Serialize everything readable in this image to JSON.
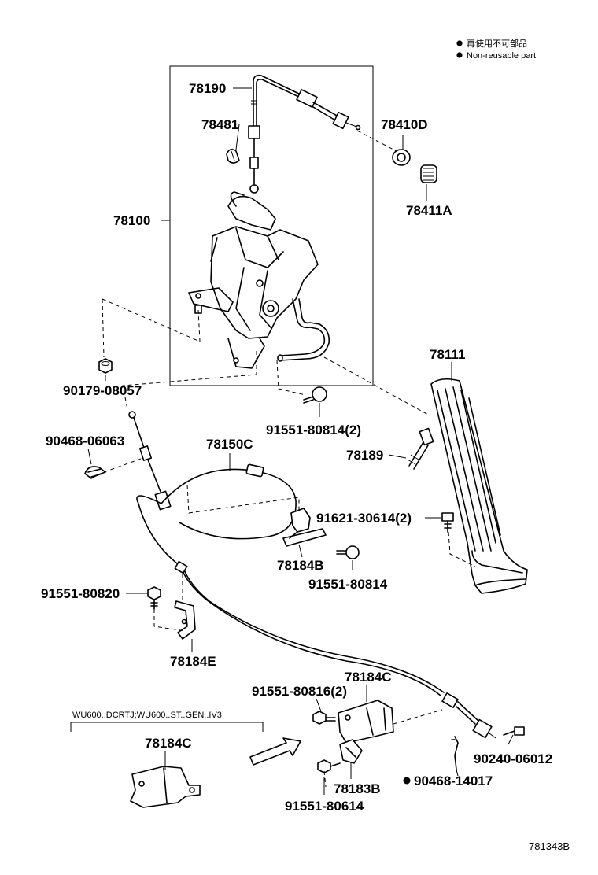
{
  "legend": {
    "jp": "再使用不可部品",
    "en": "Non-reusable part"
  },
  "variant_note": "WU600..DCRTJ;WU600..ST..GEN..IV3",
  "reference_code": "781343B",
  "parts": {
    "p78190": "78190",
    "p78481": "78481",
    "p78410D": "78410D",
    "p78411A": "78411A",
    "p78100": "78100",
    "p90179": "90179-08057",
    "p78111": "78111",
    "p91551_80814_2": "91551-80814(2)",
    "p90468_06063": "90468-06063",
    "p78150C": "78150C",
    "p78189": "78189",
    "p91621": "91621-30614(2)",
    "p78184B": "78184B",
    "p91551_80814": "91551-80814",
    "p91551_80820": "91551-80820",
    "p78184E": "78184E",
    "p78184C_top": "78184C",
    "p91551_80816_2": "91551-80816(2)",
    "p78184C_left": "78184C",
    "p78183B": "78183B",
    "p90240": "90240-06012",
    "p90468_14017": "90468-14017",
    "p91551_80614": "91551-80614"
  }
}
